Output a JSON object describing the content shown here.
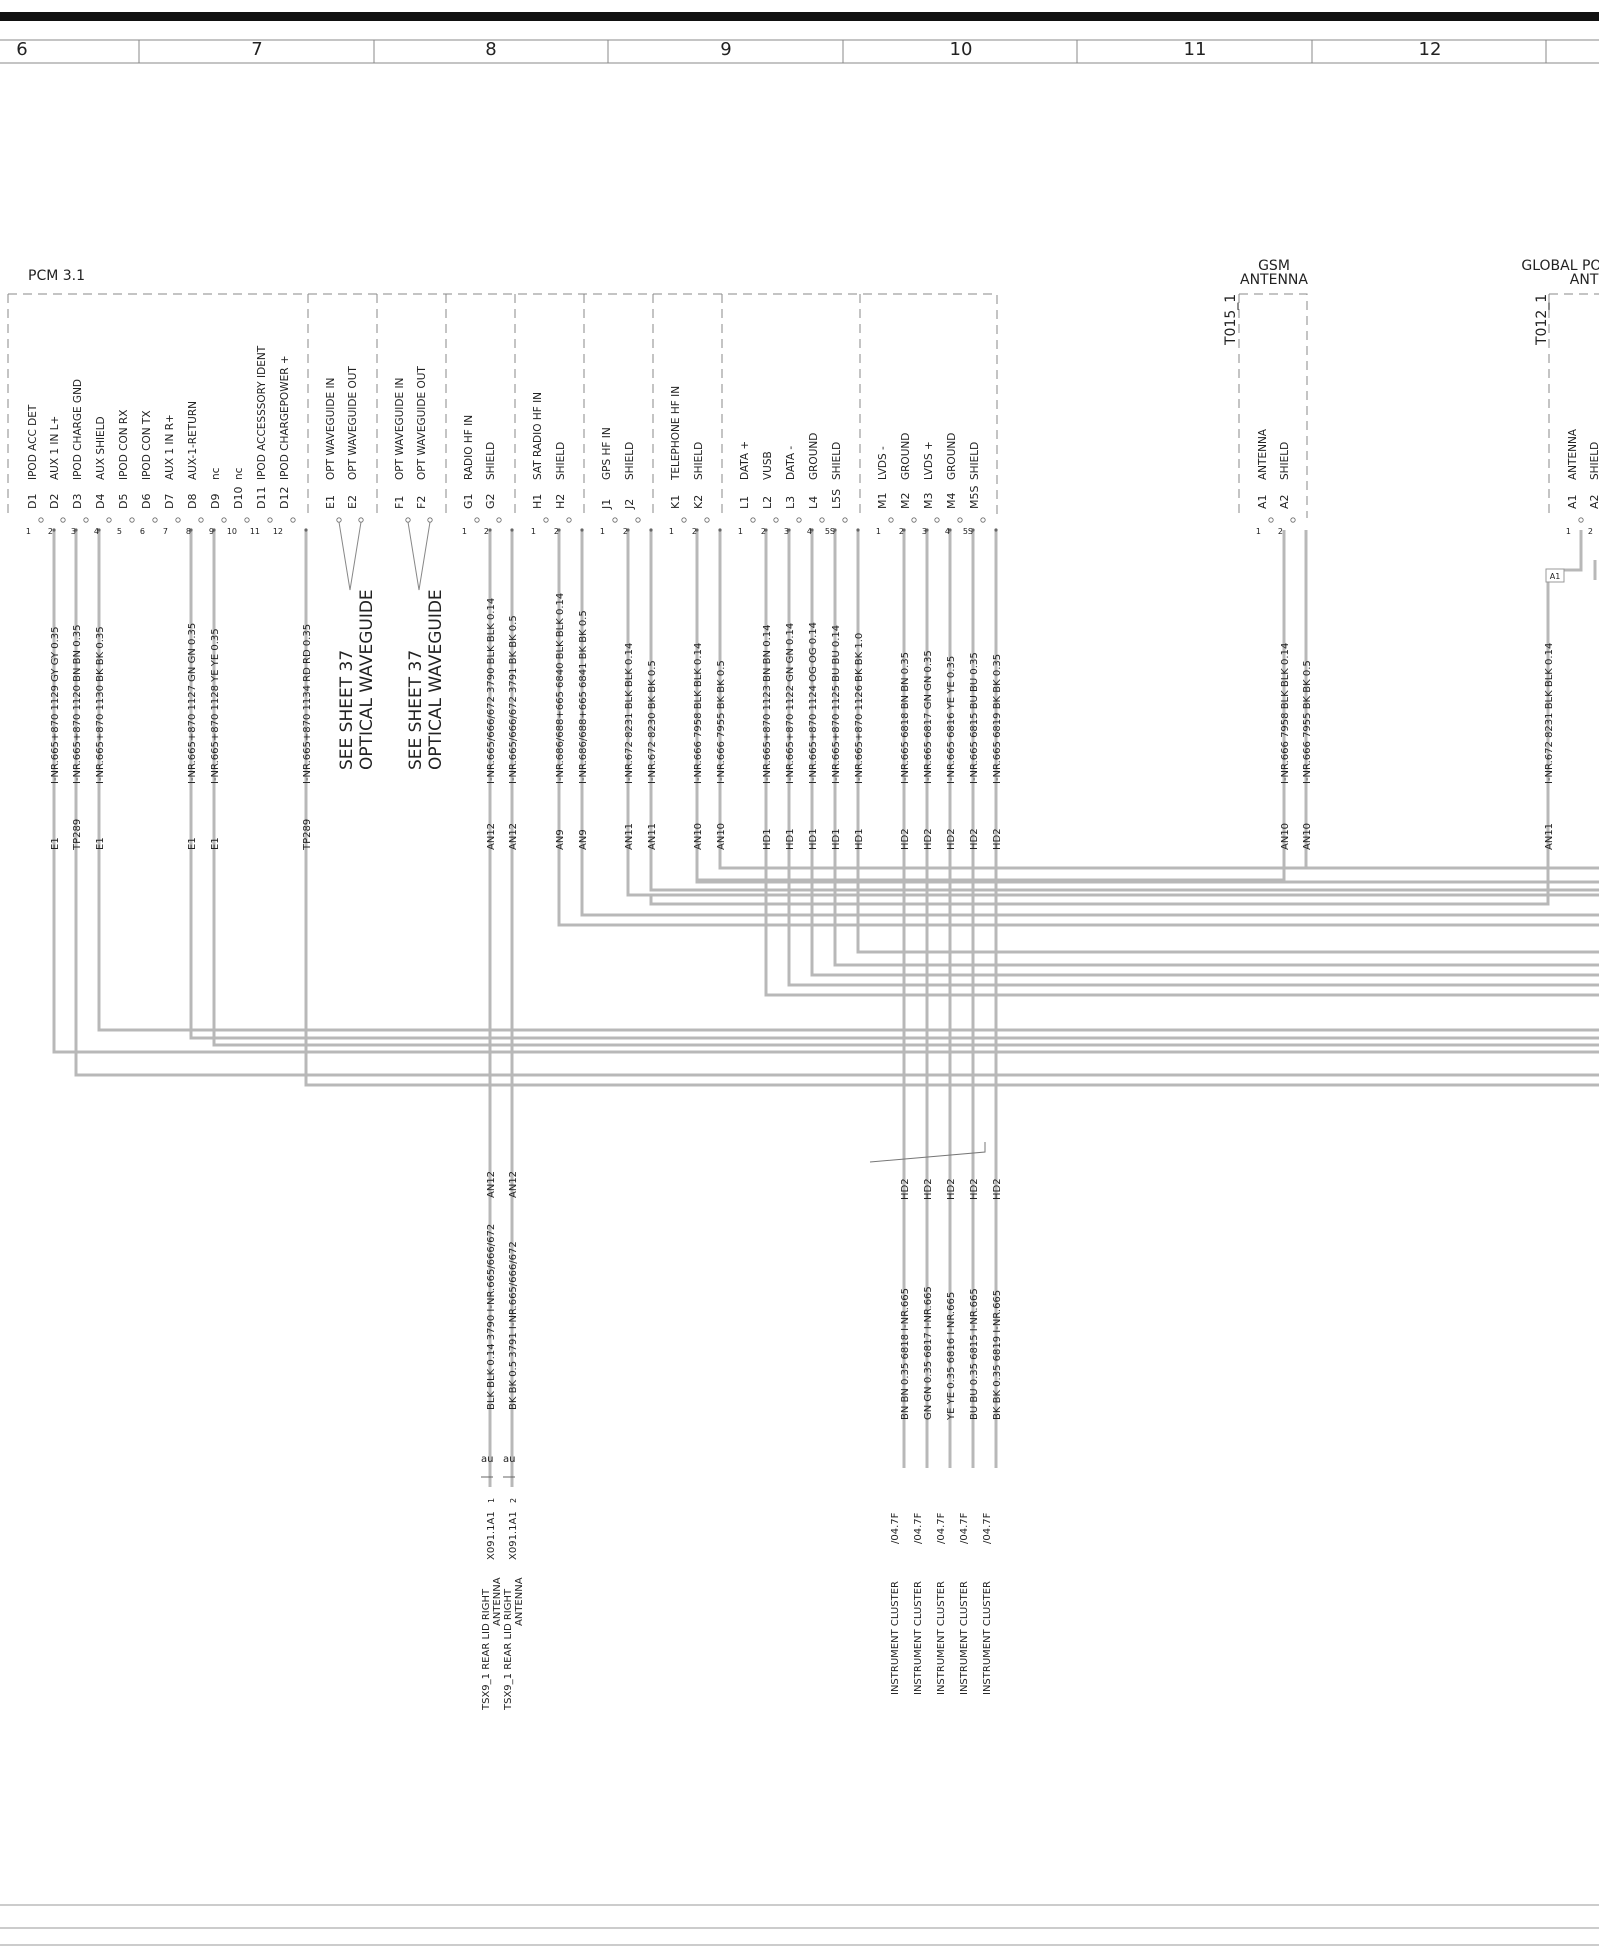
{
  "column_numbers": [
    "6",
    "7",
    "8",
    "9",
    "10",
    "11",
    "12"
  ],
  "pcm": {
    "title": "PCM 3.1",
    "groups": [
      {
        "pins": [
          {
            "pin": "D1",
            "num": "1",
            "signal": "IPOD ACC DET",
            "wire": "I-NR.665+870  1129 GY GY 0.35",
            "dest": "E1",
            "route": "bus"
          },
          {
            "pin": "D2",
            "num": "2",
            "signal": "AUX 1 IN L+",
            "wire": "I-NR.665+870  1120 BN BN 0.35",
            "dest": "TP289",
            "route": "bus"
          },
          {
            "pin": "D3",
            "num": "3",
            "signal": "IPOD CHARGE GND",
            "wire": "I-NR.665+870  1130 BK BK 0.35",
            "dest": "E1",
            "route": "bus"
          },
          {
            "pin": "D4",
            "num": "4",
            "signal": "AUX SHIELD",
            "wire": "",
            "dest": "",
            "route": "none"
          },
          {
            "pin": "D5",
            "num": "5",
            "signal": "IPOD CON RX",
            "wire": "",
            "dest": "",
            "route": "none"
          },
          {
            "pin": "D6",
            "num": "6",
            "signal": "IPOD CON TX",
            "wire": "",
            "dest": "",
            "route": "none"
          },
          {
            "pin": "D7",
            "num": "7",
            "signal": "AUX 1 IN R+",
            "wire": "I-NR.665+870  1127 GN GN 0.35",
            "dest": "E1",
            "route": "bus"
          },
          {
            "pin": "D8",
            "num": "8",
            "signal": "AUX-1-RETURN",
            "wire": "I-NR.665+870  1128  YE YE 0.35",
            "dest": "E1",
            "route": "bus"
          },
          {
            "pin": "D9",
            "num": "9",
            "signal": "nc",
            "wire": "",
            "dest": "",
            "route": "none"
          },
          {
            "pin": "D10",
            "num": "10",
            "signal": "nc",
            "wire": "",
            "dest": "",
            "route": "none"
          },
          {
            "pin": "D11",
            "num": "11",
            "signal": "IPOD ACCESSSORY IDENT",
            "wire": "",
            "dest": "",
            "route": "none"
          },
          {
            "pin": "D12",
            "num": "12",
            "signal": "IPOD CHARGEPOWER +",
            "wire": "I-NR.665+870  1134 RD RD 0.35",
            "dest": "TP289",
            "route": "bus"
          }
        ]
      },
      {
        "pins": [
          {
            "pin": "E1",
            "num": "",
            "signal": "OPT WAVEGUIDE IN",
            "wire": "",
            "dest": "",
            "route": "optical"
          },
          {
            "pin": "E2",
            "num": "",
            "signal": "OPT WAVEGUIDE OUT",
            "wire": "",
            "dest": "",
            "route": "optical"
          }
        ],
        "optical_note": [
          "SEE SHEET 37",
          "OPTICAL WAVEGUIDE"
        ]
      },
      {
        "pins": [
          {
            "pin": "F1",
            "num": "",
            "signal": "OPT WAVEGUIDE IN",
            "wire": "",
            "dest": "",
            "route": "optical"
          },
          {
            "pin": "F2",
            "num": "",
            "signal": "OPT WAVEGUIDE OUT",
            "wire": "",
            "dest": "",
            "route": "optical"
          }
        ],
        "optical_note": [
          "SEE SHEET 37",
          "OPTICAL WAVEGUIDE"
        ]
      },
      {
        "pins": [
          {
            "pin": "G1",
            "num": "1",
            "signal": "RADIO HF IN",
            "wire": "I-NR.665/666/672  3790 BLK BLK 0.14",
            "dest": "AN12",
            "route": "down"
          },
          {
            "pin": "G2",
            "num": "2",
            "signal": "SHIELD",
            "wire": "I-NR.665/666/672  3791  BK BK 0.5",
            "dest": "AN12",
            "route": "down"
          }
        ]
      },
      {
        "pins": [
          {
            "pin": "H1",
            "num": "1",
            "signal": "SAT RADIO HF IN",
            "wire": "I-NR.686/688+665  6840 BLK BLK 0.14",
            "dest": "AN9",
            "route": "bus"
          },
          {
            "pin": "H2",
            "num": "2",
            "signal": "SHIELD",
            "wire": "I-NR.686/688+665  6841  BK BK 0.5",
            "dest": "AN9",
            "route": "bus"
          }
        ]
      },
      {
        "pins": [
          {
            "pin": "J1",
            "num": "1",
            "signal": "GPS HF IN",
            "wire": "I-NR.672  8231 BLK BLK 0.14",
            "dest": "AN11",
            "route": "bus"
          },
          {
            "pin": "J2",
            "num": "2",
            "signal": "SHIELD",
            "wire": "I-NR.672  8230  BK BK 0.5",
            "dest": "AN11",
            "route": "bus"
          }
        ]
      },
      {
        "pins": [
          {
            "pin": "K1",
            "num": "1",
            "signal": "TELEPHONE HF IN",
            "wire": "I-NR.666  7958 BLK BLK 0.14",
            "dest": "AN10",
            "route": "bus"
          },
          {
            "pin": "K2",
            "num": "2",
            "signal": "SHIELD",
            "wire": "I-NR.666  7955  BK BK 0.5",
            "dest": "AN10",
            "route": "bus"
          }
        ]
      },
      {
        "pins": [
          {
            "pin": "L1",
            "num": "1",
            "signal": "DATA +",
            "wire": "I-NR.665+870  1123 BN BN 0.14",
            "dest": "HD1",
            "route": "bus"
          },
          {
            "pin": "L2",
            "num": "2",
            "signal": "VUSB",
            "wire": "I-NR.665+870  1122 GN GN 0.14",
            "dest": "HD1",
            "route": "bus"
          },
          {
            "pin": "L3",
            "num": "3",
            "signal": "DATA -",
            "wire": "I-NR.665+870  1124 OG OG 0.14",
            "dest": "HD1",
            "route": "bus"
          },
          {
            "pin": "L4",
            "num": "4",
            "signal": "GROUND",
            "wire": "I-NR.665+870  1125 BU BU 0.14",
            "dest": "HD1",
            "route": "bus"
          },
          {
            "pin": "L5S",
            "num": "5S",
            "signal": "SHIELD",
            "wire": "I-NR.665+870  1126  BK BK 1.0",
            "dest": "HD1",
            "route": "bus"
          }
        ]
      },
      {
        "pins": [
          {
            "pin": "M1",
            "num": "1",
            "signal": "LVDS -",
            "wire": "I-NR.665  6818 BN BN 0.35",
            "dest": "HD2",
            "route": "down"
          },
          {
            "pin": "M2",
            "num": "2",
            "signal": "GROUND",
            "wire": "I-NR.665  6817 GN GN 0.35",
            "dest": "HD2",
            "route": "down"
          },
          {
            "pin": "M3",
            "num": "3",
            "signal": "LVDS +",
            "wire": "I-NR.665  6816  YE YE 0.35",
            "dest": "HD2",
            "route": "down"
          },
          {
            "pin": "M4",
            "num": "4",
            "signal": "GROUND",
            "wire": "I-NR.665  6815 BU BU 0.35",
            "dest": "HD2",
            "route": "down"
          },
          {
            "pin": "M5S",
            "num": "5S",
            "signal": "SHIELD",
            "wire": "I-NR.665  6819  BK BK 0.35",
            "dest": "HD2",
            "route": "down"
          }
        ]
      }
    ]
  },
  "gsm_antenna": {
    "title_line1": "GSM",
    "title_line2": "ANTENNA",
    "ref": "T015_1",
    "pins": [
      {
        "pin": "A1",
        "num": "1",
        "signal": "ANTENNA",
        "wire": "I-NR.666  7958 BLK BLK 0.14",
        "dest": "AN10"
      },
      {
        "pin": "A2",
        "num": "2",
        "signal": "SHIELD",
        "wire": "I-NR.666  7955  BK BK 0.5",
        "dest": "AN10"
      }
    ]
  },
  "gps_antenna": {
    "title_line1": "GLOBAL POSITION",
    "title_line2": "ANTENN",
    "ref": "T012_1",
    "pins": [
      {
        "pin": "A1",
        "num": "1",
        "signal": "ANTENNA",
        "wire": "I-NR.672  8231 BLK BLK 0.14",
        "dest": "AN11"
      },
      {
        "pin": "A2",
        "num": "2",
        "signal": "SHIELD",
        "wire": "",
        "dest": ""
      }
    ],
    "tag": "A1"
  },
  "rear_lid_antenna": [
    {
      "wire": "BLK BLK 0.14  3790  I-NR.665/666/672",
      "dest": "AN12",
      "au": "au",
      "conn": "X091.1A1",
      "pin": "1",
      "label": [
        "TSX9_1 REAR LID RIGHT",
        "ANTENNA"
      ]
    },
    {
      "wire": "BK BK 0.5   3791  I-NR.665/666/672",
      "dest": "AN12",
      "au": "au",
      "conn": "X091.1A1",
      "pin": "2",
      "label": [
        "TSX9_1 REAR LID RIGHT",
        "ANTENNA"
      ]
    }
  ],
  "instrument_cluster": [
    {
      "wire": "BN BN 0.35  6818  I-NR.665",
      "dest": "HD2",
      "ref": "/04.7F",
      "label": "INSTRUMENT CLUSTER"
    },
    {
      "wire": "GN GN 0.35  6817  I-NR.665",
      "dest": "HD2",
      "ref": "/04.7F",
      "label": "INSTRUMENT CLUSTER"
    },
    {
      "wire": "YE YE 0.35  6816  I-NR.665",
      "dest": "HD2",
      "ref": "/04.7F",
      "label": "INSTRUMENT CLUSTER"
    },
    {
      "wire": "BU BU 0.35  6815  I-NR.665",
      "dest": "HD2",
      "ref": "/04.7F",
      "label": "INSTRUMENT CLUSTER"
    },
    {
      "wire": "BK BK 0.35  6819  I-NR.665",
      "dest": "HD2",
      "ref": "/04.7F",
      "label": "INSTRUMENT CLUSTER"
    }
  ]
}
